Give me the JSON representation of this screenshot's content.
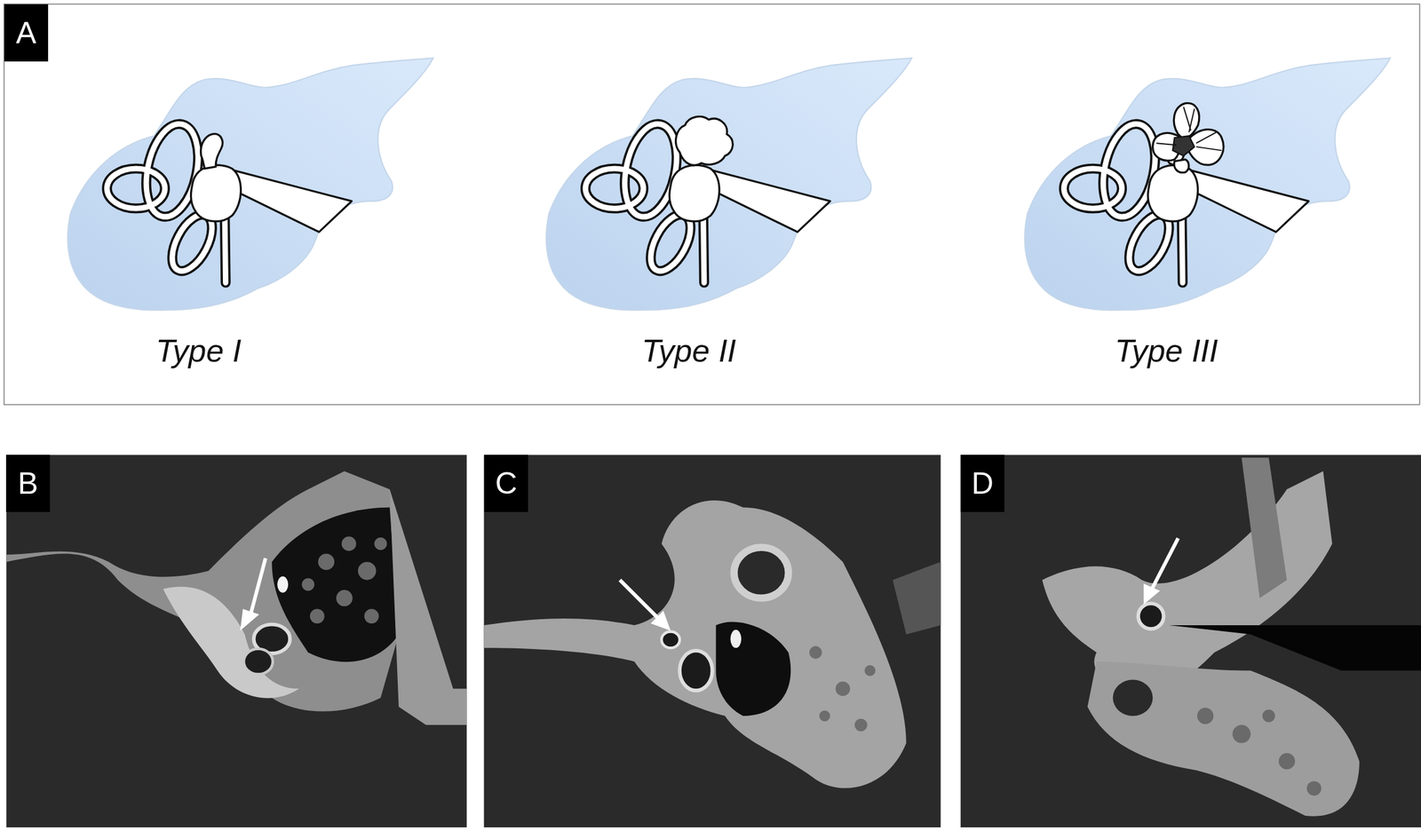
{
  "diagram": {
    "nodes": [
      {
        "text": [
          "A"
        ]
      },
      {
        "text": [
          "B"
        ]
      },
      {
        "text": [
          "C"
        ]
      },
      {
        "text": [
          "D"
        ]
      }
    ],
    "labels": [
      "Type I",
      "Type II",
      "Type III"
    ]
  }
}
